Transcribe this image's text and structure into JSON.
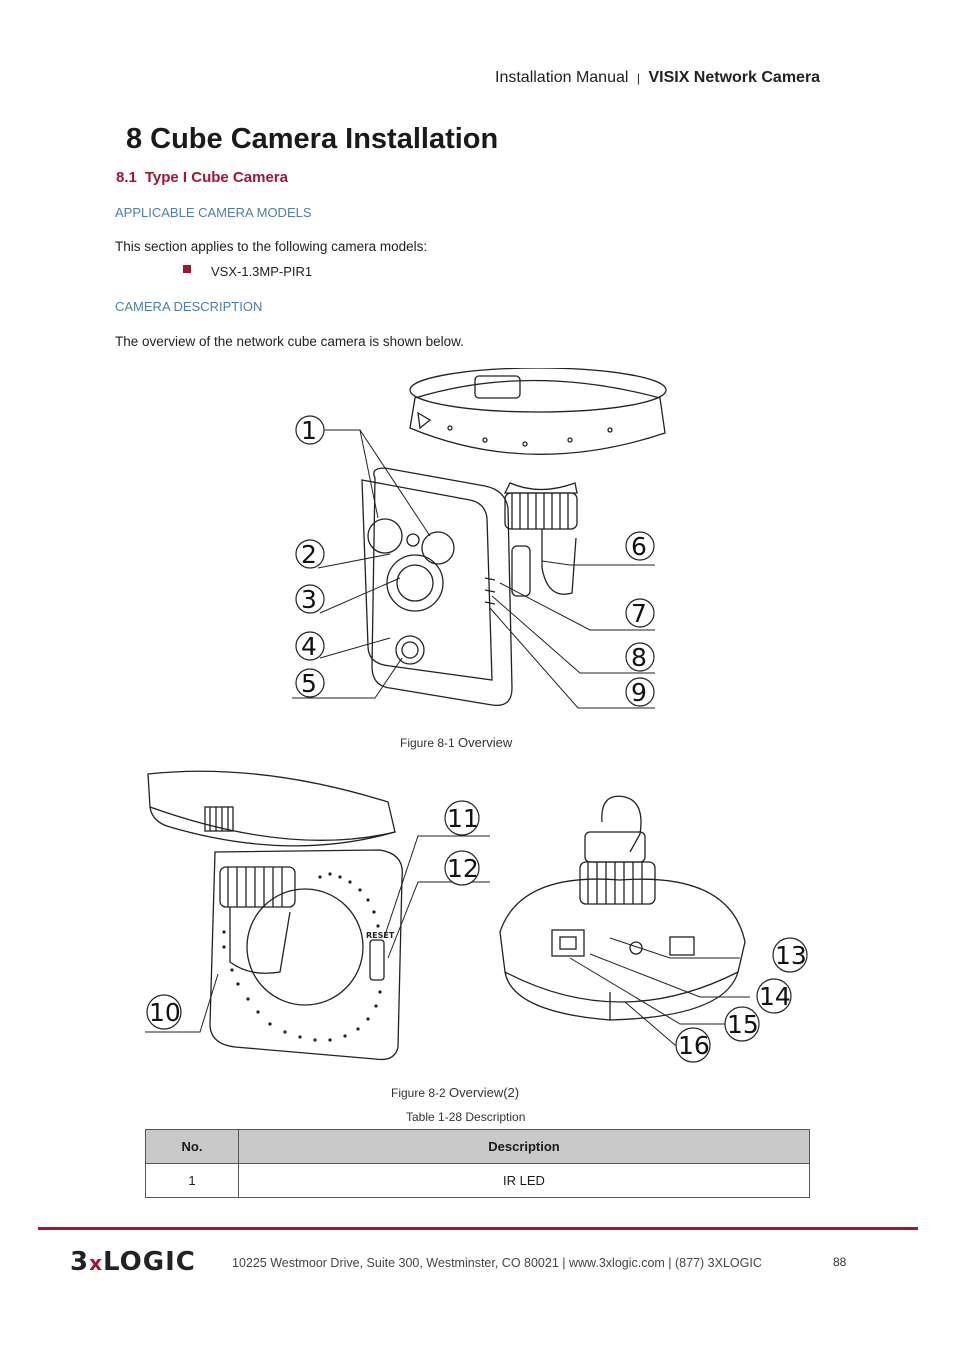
{
  "header": {
    "manual_label": "Installation Manual",
    "separator": "|",
    "product_label": "VISIX Network Camera"
  },
  "section": {
    "number": "8",
    "title": "Cube Camera Installation"
  },
  "subsection": {
    "number": "8.1",
    "title": "Type I Cube Camera"
  },
  "applicable": {
    "heading": "APPLICABLE CAMERA MODELS",
    "intro": "This section applies to the following camera models:",
    "models": [
      "VSX-1.3MP-PIR1"
    ]
  },
  "description": {
    "heading": "CAMERA DESCRIPTION",
    "intro": "The overview of the network cube camera is shown below."
  },
  "figure1": {
    "caption_prefix": "Figure 8-1",
    "caption_title": "Overview",
    "callouts": [
      "1",
      "2",
      "3",
      "4",
      "5",
      "6",
      "7",
      "8",
      "9"
    ]
  },
  "figure2": {
    "caption_prefix": "Figure 8-2",
    "caption_title": "Overview(2)",
    "callouts": [
      "10",
      "11",
      "12",
      "13",
      "14",
      "15",
      "16"
    ],
    "reset_label": "RESET"
  },
  "table": {
    "caption": "Table 1-28 Description",
    "headers": [
      "No.",
      "Description"
    ],
    "rows": [
      [
        "1",
        "IR LED"
      ]
    ]
  },
  "footer": {
    "logo_prefix": "3",
    "logo_x": "x",
    "logo_suffix": "LOGIC",
    "address": "10225 Westmoor Drive, Suite 300, Westminster, CO 80021 | www.3xlogic.com | (877) 3XLOGIC",
    "page_number": "88"
  }
}
